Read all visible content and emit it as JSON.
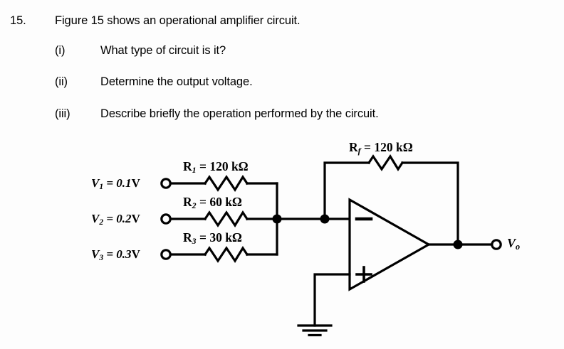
{
  "question": {
    "number": "15.",
    "stem": "Figure 15 shows an operational amplifier circuit.",
    "items": [
      {
        "marker": "(i)",
        "text": "What type of circuit is it?"
      },
      {
        "marker": "(ii)",
        "text": "Determine the output voltage."
      },
      {
        "marker": "(iii)",
        "text": "Describe briefly the operation performed by the circuit."
      }
    ]
  },
  "figure": {
    "name": "summing-amplifier-circuit",
    "line_color": "#000000",
    "background_color": "#fdfdfd",
    "sources": [
      {
        "symbol": "V",
        "sub": "1",
        "equals": "= 0.1",
        "unit": "V",
        "full": "V1 = 0.1 V"
      },
      {
        "symbol": "V",
        "sub": "2",
        "equals": "= 0.2",
        "unit": "V",
        "full": "V2 = 0.2 V"
      },
      {
        "symbol": "V",
        "sub": "3",
        "equals": "= 0.3",
        "unit": "V",
        "full": "V3 = 0.3 V"
      }
    ],
    "resistors": [
      {
        "symbol": "R",
        "sub": "1",
        "value": "= 120 kΩ",
        "full": "R1 = 120 kΩ"
      },
      {
        "symbol": "R",
        "sub": "2",
        "value": "= 60 kΩ",
        "full": "R2 = 60 kΩ"
      },
      {
        "symbol": "R",
        "sub": "3",
        "value": "= 30 kΩ",
        "full": "R3 = 30 kΩ"
      },
      {
        "symbol": "R",
        "sub": "f",
        "value": "= 120 kΩ",
        "full": "Rf = 120 kΩ"
      }
    ],
    "opamp": {
      "inverting_label": "–",
      "noninverting_label": "+"
    },
    "output": {
      "symbol": "V",
      "sub": "o",
      "full": "Vo"
    }
  }
}
